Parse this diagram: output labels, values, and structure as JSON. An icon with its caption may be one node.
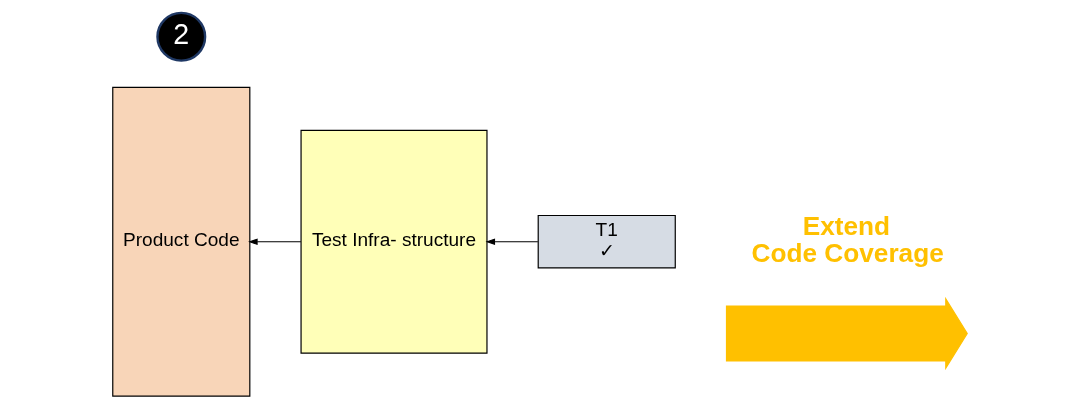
{
  "diagram": {
    "nodes": [
      {
        "text": [
          "2"
        ]
      },
      {
        "text": [
          "Product Code"
        ]
      },
      {
        "text": [
          "Test Infra- structure"
        ]
      },
      {
        "text": [
          "T1",
          "✓"
        ]
      },
      {
        "text": [],
        "shape": "arrow"
      }
    ],
    "edges": [
      {
        "from": 3,
        "to": 2,
        "arrow": "to"
      },
      {
        "from": 2,
        "to": 1,
        "arrow": "to"
      }
    ],
    "labels": [
      "Extend",
      "Code Coverage"
    ]
  }
}
